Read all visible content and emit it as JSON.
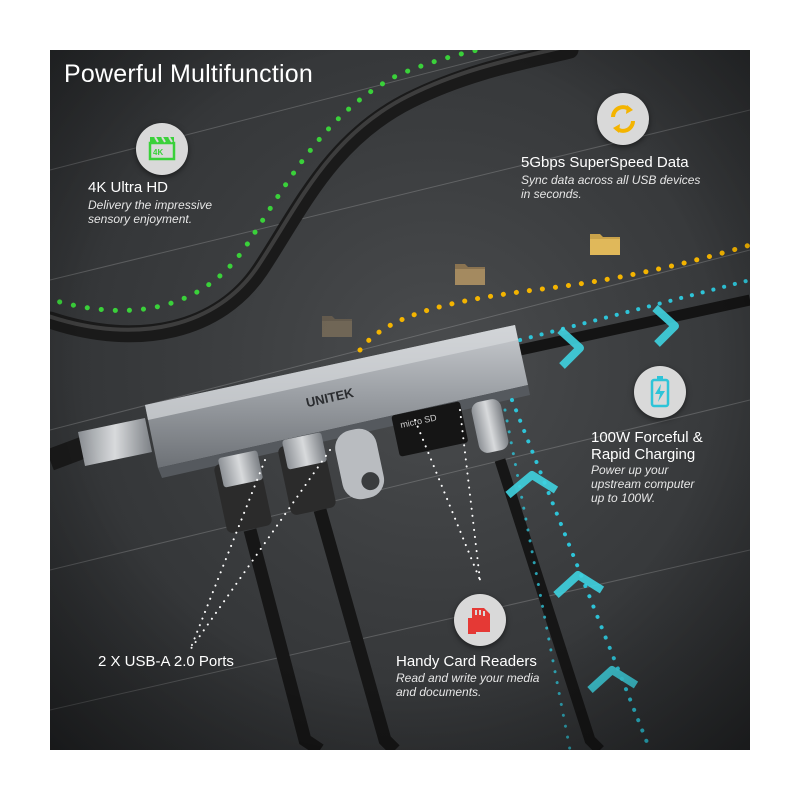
{
  "headline": "Powerful Multifunction",
  "brand": "UNITEK",
  "features": {
    "video": {
      "title": "4K Ultra HD",
      "desc": [
        "Delivery the impressive",
        "sensory enjoyment."
      ],
      "icon": "film-clapper-icon",
      "color": "#3ad13a"
    },
    "data": {
      "title": "5Gbps SuperSpeed Data",
      "desc": [
        "Sync data across all USB devices",
        "in seconds."
      ],
      "icon": "sync-arrows-icon",
      "color": "#f4b400"
    },
    "charging": {
      "title": [
        "100W Forceful &",
        "Rapid Charging"
      ],
      "desc": [
        "Power up your",
        "upstream computer",
        "up to 100W."
      ],
      "icon": "battery-charging-icon",
      "color": "#2ec4d8"
    },
    "usb": {
      "title": "2 X USB-A 2.0 Ports"
    },
    "card": {
      "title": "Handy Card Readers",
      "desc": [
        "Read and write your media",
        "and documents."
      ],
      "icon": "sd-card-icon",
      "color": "#e53935"
    }
  }
}
